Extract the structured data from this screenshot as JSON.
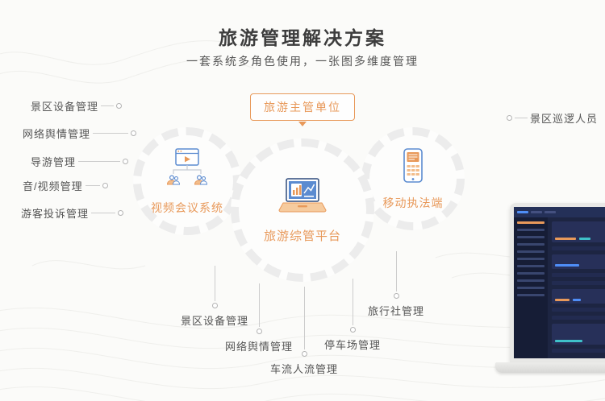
{
  "page": {
    "title": "旅游管理解决方案",
    "subtitle": "一套系统多角色使用，一张图多维度管理"
  },
  "top_node": {
    "label": "旅游主管单位"
  },
  "circles": {
    "left": {
      "label": "视频会议系统",
      "icon": "video-conference-icon"
    },
    "center": {
      "label": "旅游综管平台",
      "icon": "laptop-chart-icon"
    },
    "right": {
      "label": "移动执法端",
      "icon": "mobile-enforcement-icon"
    }
  },
  "left_labels": [
    "景区设备管理",
    "网络舆情管理",
    "导游管理",
    "音/视频管理",
    "游客投诉管理"
  ],
  "right_labels": [
    "景区巡逻人员"
  ],
  "bottom_labels": [
    "景区设备管理",
    "网络舆情管理",
    "车流人流管理",
    "停车场管理",
    "旅行社管理"
  ],
  "colors": {
    "accent": "#E8995A",
    "blue": "#5B8BD0",
    "text": "#555555",
    "title": "#3D3D3D",
    "line": "#CCCCCC"
  }
}
